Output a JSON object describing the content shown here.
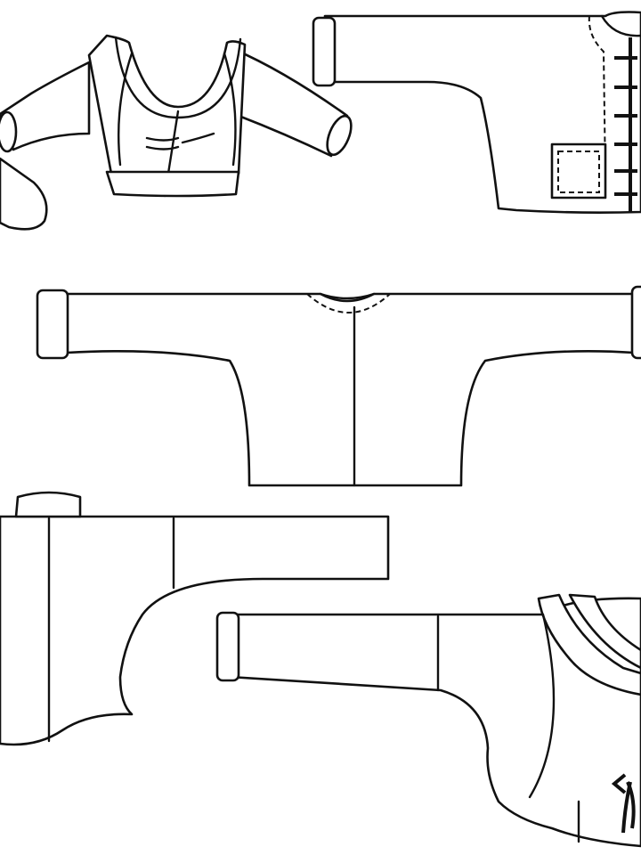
{
  "figure": {
    "background": "#ffffff",
    "line_color": "#111111",
    "garments": [
      "choli-blouse",
      "mandarin-jacket",
      "dolman-jacket",
      "stand-collar-top",
      "wrap-blouse"
    ]
  }
}
